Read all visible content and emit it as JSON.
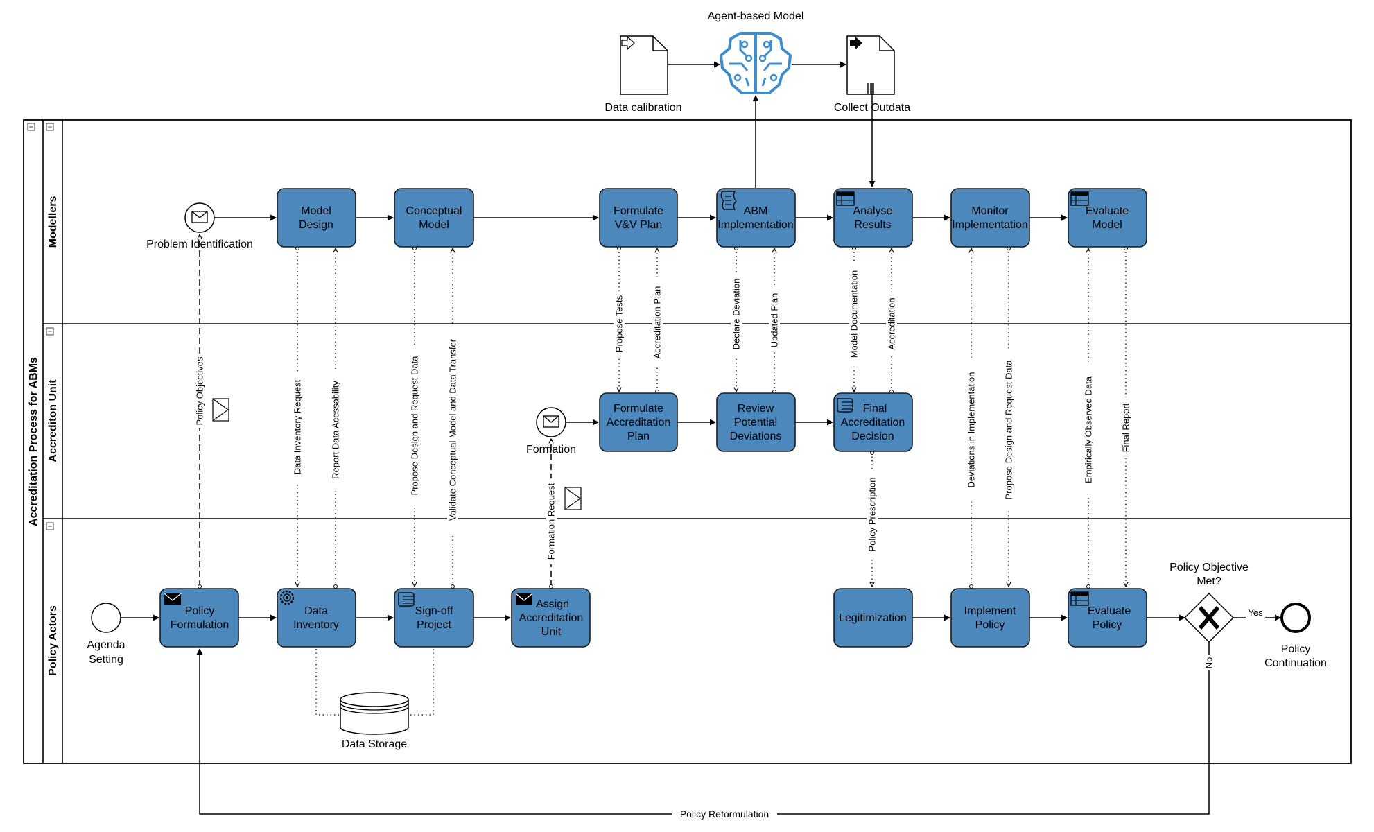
{
  "pool": {
    "title": "Accreditation Process for ABMs",
    "lanes": [
      "Modellers",
      "Accrediton Unit",
      "Policy Actors"
    ]
  },
  "external": {
    "agent_model": "Agent-based Model",
    "data_calibration": "Data calibration",
    "collect_outdata": "Collect Outdata"
  },
  "modellers": {
    "start_event": "Problem Identification",
    "model_design": [
      "Model",
      "Design"
    ],
    "conceptual_model": [
      "Conceptual",
      "Model"
    ],
    "formulate_vv_plan": [
      "Formulate",
      "V&V Plan"
    ],
    "abm_implementation": [
      "ABM",
      "Implementation"
    ],
    "analyse_results": [
      "Analyse",
      "Results"
    ],
    "monitor_implementation": [
      "Monitor",
      "Implementation"
    ],
    "evaluate_model": [
      "Evaluate",
      "Model"
    ]
  },
  "accreditation": {
    "start_event": "Formation",
    "formulate_plan": [
      "Formulate",
      "Accreditation",
      "Plan"
    ],
    "review_deviations": [
      "Review",
      "Potential",
      "Deviations"
    ],
    "final_decision": [
      "Final",
      "Accreditation",
      "Decision"
    ]
  },
  "policy_actors": {
    "start_event": [
      "Agenda",
      "Setting"
    ],
    "policy_formulation": [
      "Policy",
      "Formulation"
    ],
    "data_inventory": [
      "Data",
      "Inventory"
    ],
    "signoff_project": [
      "Sign-off",
      "Project"
    ],
    "assign_unit": [
      "Assign",
      "Accreditation",
      "Unit"
    ],
    "legitimization": [
      "Legitimization"
    ],
    "implement_policy": [
      "Implement",
      "Policy"
    ],
    "evaluate_policy": [
      "Evaluate",
      "Policy"
    ],
    "gateway_question": [
      "Policy Objective",
      "Met?"
    ],
    "gateway_yes": "Yes",
    "gateway_no": "No",
    "end_event": [
      "Policy",
      "Continuation"
    ],
    "data_store": "Data Storage",
    "loop_back": "Policy Reformulation"
  },
  "message_flows": {
    "policy_objectives": "Policy Objectives",
    "data_inventory_request": "Data Inventory Request",
    "report_data": "Report Data Acessability",
    "propose_design": "Propose Design and Request Data",
    "validate_conceptual": "Validate Conceptual Model and Data Transfer",
    "formation_request": "Formation Request",
    "propose_tests": "Propose Tests",
    "accreditation_plan": "Accreditation Plan",
    "declare_deviation": "Declare Deviation",
    "updated_plan": "Updated Plan",
    "model_documentation": "Model Documentation",
    "accreditation": "Accreditation",
    "policy_prescription": "Policy Prescription",
    "deviations_in_implementation": "Deviations in Implementation",
    "propose_design_2": "Propose Design and Request Data",
    "empirically_observed": "Empirically Observed Data",
    "final_report": "Final Report"
  },
  "colors": {
    "task_fill": "#4d88bd",
    "task_stroke": "#1b1b1b",
    "brain_icon": "#3d8ccc",
    "line": "#000000"
  }
}
